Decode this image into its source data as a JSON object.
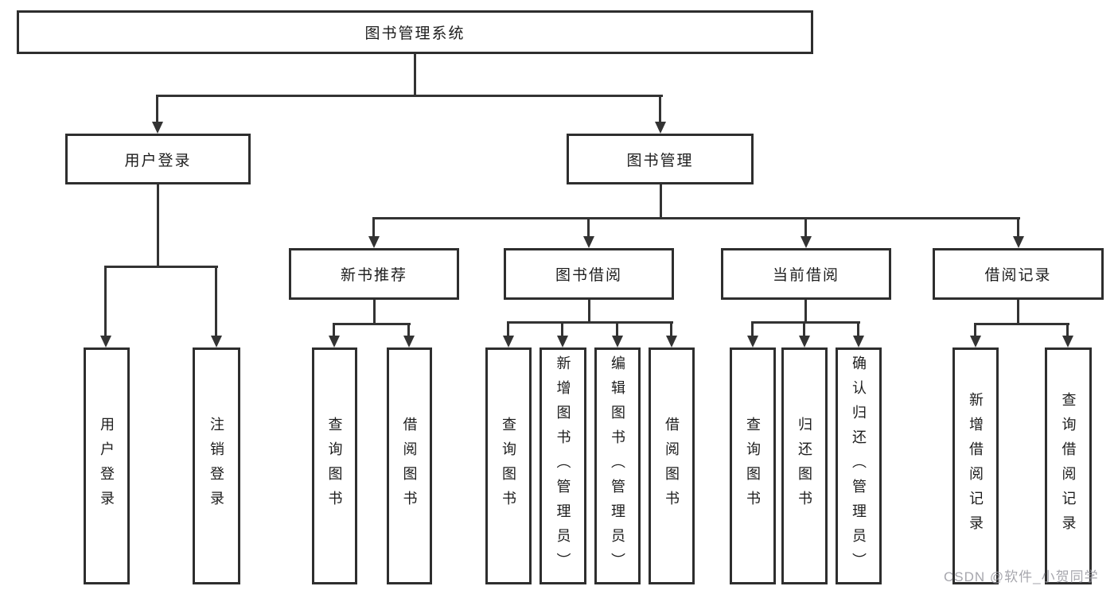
{
  "colors": {
    "background": "#ffffff",
    "line": "#333333",
    "box_border": "#2e2e2e",
    "text": "#1d1d1d",
    "watermark": "#97979f"
  },
  "nodes": {
    "root": {
      "label": "图书管理系统"
    },
    "level2": [
      {
        "label": "用户登录"
      },
      {
        "label": "图书管理"
      }
    ],
    "level3": [
      {
        "label": "新书推荐"
      },
      {
        "label": "图书借阅"
      },
      {
        "label": "当前借阅"
      },
      {
        "label": "借阅记录"
      }
    ],
    "leaves": {
      "user_login": [
        {
          "label": "用户登录"
        },
        {
          "label": "注销登录"
        }
      ],
      "new_book": [
        {
          "label": "查询图书"
        },
        {
          "label": "借阅图书"
        }
      ],
      "book_borrow": [
        {
          "label": "查询图书"
        },
        {
          "label": "新增图书（管理员）"
        },
        {
          "label": "编辑图书（管理员）"
        },
        {
          "label": "借阅图书"
        }
      ],
      "current_borrow": [
        {
          "label": "查询图书"
        },
        {
          "label": "归还图书"
        },
        {
          "label": "确认归还（管理员）"
        }
      ],
      "borrow_records": [
        {
          "label": "新增借阅记录"
        },
        {
          "label": "查询借阅记录"
        }
      ]
    }
  },
  "watermark": "CSDN @软件_小贺同学"
}
